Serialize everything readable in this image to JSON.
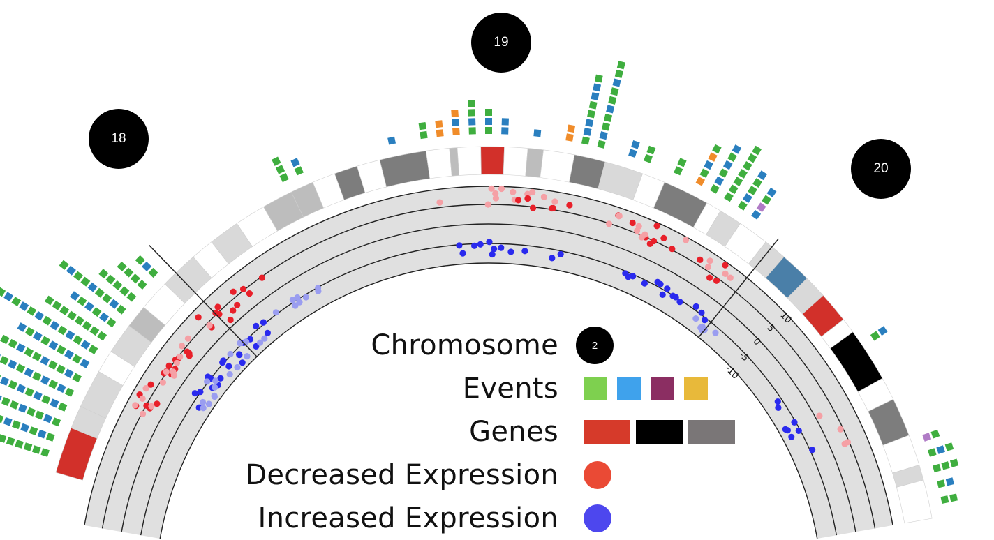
{
  "chromosomes": [
    {
      "label": "18"
    },
    {
      "label": "19"
    },
    {
      "label": "20"
    }
  ],
  "scale_ticks": [
    "10",
    "5",
    "0",
    "-5",
    "-10"
  ],
  "legend": {
    "chromosome": {
      "label": "Chromosome",
      "badge": "2"
    },
    "events": {
      "label": "Events",
      "colors": [
        "#7ed04f",
        "#3fa2ec",
        "#8b2e62",
        "#e8b93a"
      ]
    },
    "genes": {
      "label": "Genes",
      "colors": [
        "#d63a2a",
        "#000000",
        "#7a7677"
      ]
    },
    "decreased": {
      "label": "Decreased Expression",
      "color": "#ea4a35"
    },
    "increased": {
      "label": "Increased Expression",
      "color": "#4d47ee"
    }
  },
  "colors": {
    "event_green": "#3fae3f",
    "event_blue": "#2a7fbf",
    "event_orange": "#f08c2a",
    "event_purple": "#b07cc6",
    "gene_red": "#d2302a",
    "gene_teal": "#4a7fa8",
    "band_light": "#d9d9d9",
    "band_mid": "#bdbdbd",
    "band_dark": "#7d7d7d",
    "band_black": "#000000",
    "track_bg": "#e0e0e0",
    "point_red": "#e8202a",
    "point_pink": "#f5a0a5",
    "point_blue": "#2a2aee",
    "point_lightblue": "#9a9df0"
  }
}
